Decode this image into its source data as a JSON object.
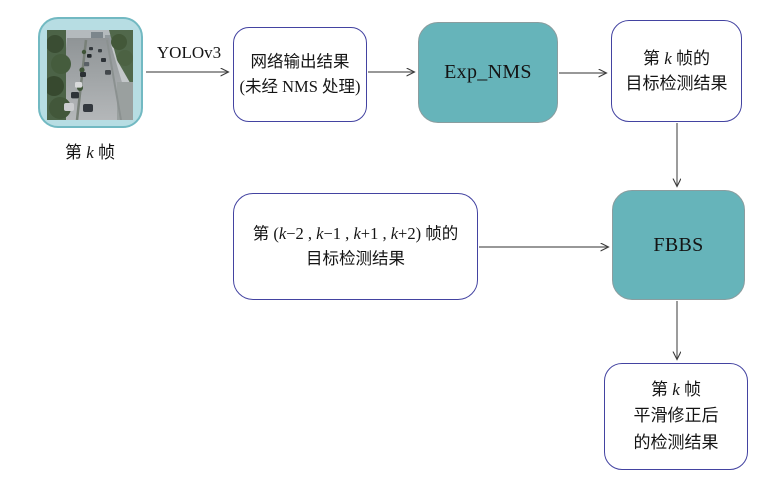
{
  "diagram": {
    "input": {
      "caption": "第 k 帧"
    },
    "edge_labels": {
      "yolov3": "YOLOv3"
    },
    "nodes": {
      "network_output": {
        "line1": "网络输出结果",
        "line2": "(未经 NMS 处理)"
      },
      "exp_nms": {
        "label": "Exp_NMS"
      },
      "frame_k_result": {
        "line1": "第 k 帧的",
        "line2": "目标检测结果"
      },
      "neighbor_frames": {
        "line1": "第 (k−2 , k−1 , k+1 , k+2) 帧的",
        "line2": "目标检测结果"
      },
      "fbbs": {
        "label": "FBBS"
      },
      "smoothed_result": {
        "line1": "第 k 帧",
        "line2": "平滑修正后",
        "line3": "的检测结果"
      }
    },
    "colors": {
      "teal_fill": "#66b4ba",
      "frame_fill": "#b7dde3",
      "frame_border": "#72b9c2",
      "box_border": "#4343a1"
    }
  }
}
